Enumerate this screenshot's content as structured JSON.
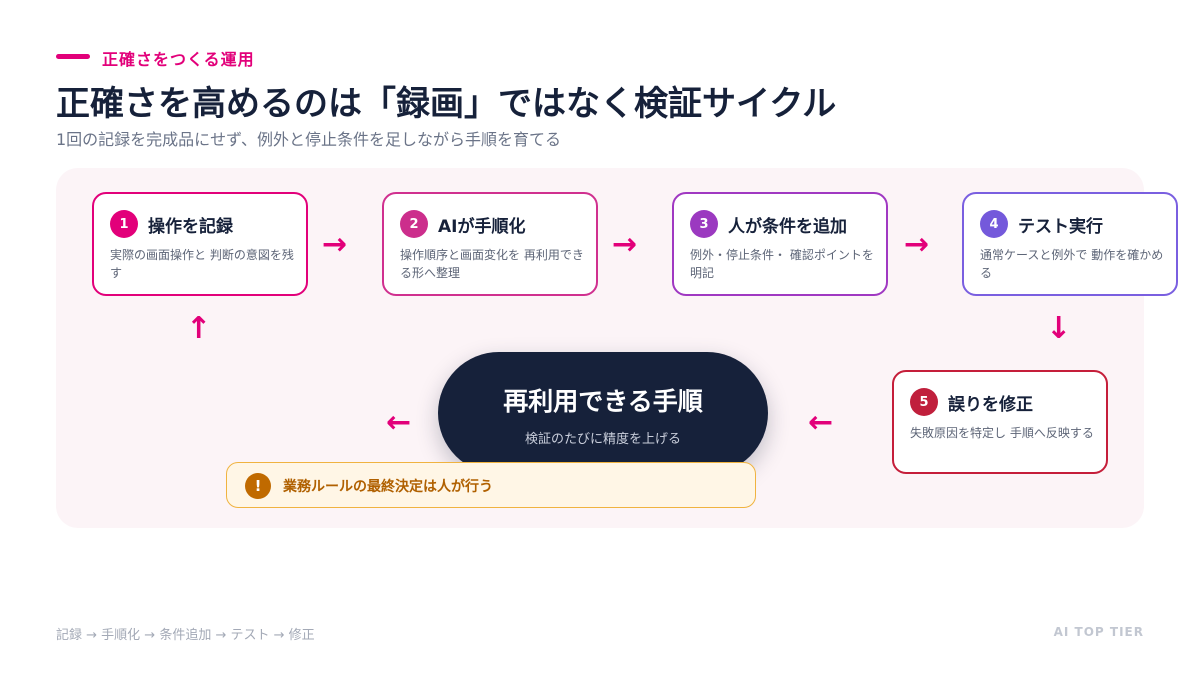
{
  "header": {
    "eyebrow": "正確さをつくる運用",
    "title": "正確さを高めるのは「録画」ではなく検証サイクル",
    "subtitle": "1回の記録を完成品にせず、例外と停止条件を足しながら手順を育てる"
  },
  "steps": [
    {
      "number": "1",
      "title": "操作を記録",
      "description": "実際の画面操作と 判断の意図を残す"
    },
    {
      "number": "2",
      "title": "AIが手順化",
      "description": "操作順序と画面変化を 再利用できる形へ整理"
    },
    {
      "number": "3",
      "title": "人が条件を追加",
      "description": "例外・停止条件・ 確認ポイントを明記"
    },
    {
      "number": "4",
      "title": "テスト実行",
      "description": "通常ケースと例外で 動作を確かめる"
    },
    {
      "number": "5",
      "title": "誤りを修正",
      "description": "失敗原因を特定し 手順へ反映する"
    }
  ],
  "arrows": {
    "right": "→",
    "down": "↓",
    "left": "←",
    "up": "↑"
  },
  "hub": {
    "title": "再利用できる手順",
    "subtitle": "検証のたびに精度を上げる"
  },
  "note": {
    "icon": "!",
    "text": "業務ルールの最終決定は人が行う"
  },
  "footer": {
    "flow": "記録 → 手順化 → 条件追加 → テスト → 修正",
    "brand": "AI TOP TIER"
  },
  "colors": {
    "accent": "#e2007a",
    "navy": "#16213a",
    "step2": "#cc2e8c",
    "step3": "#9b39c0",
    "step4": "#7459db",
    "step5": "#c01f3c",
    "warning": "#c06a00"
  }
}
